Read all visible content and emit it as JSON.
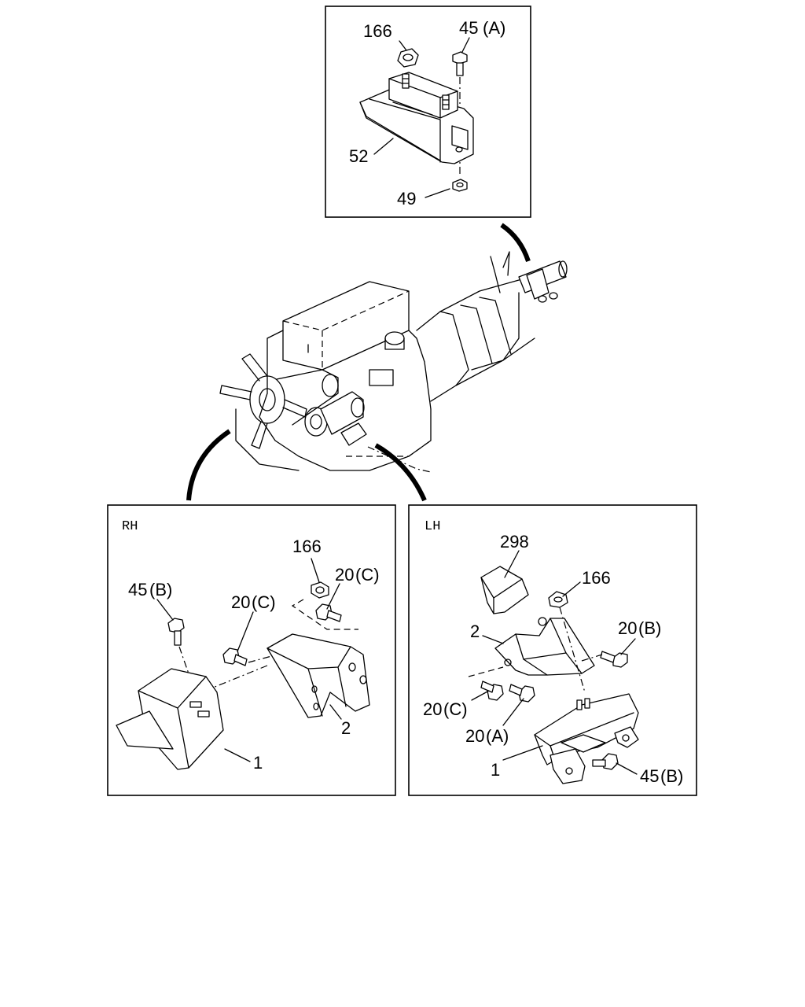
{
  "panels": {
    "top": {
      "callouts": {
        "nut_top": "166",
        "bolt_top": "45",
        "bolt_top_variant": "(A)",
        "mount": "52",
        "nut_bottom": "49"
      }
    },
    "rh": {
      "header": "RH",
      "callouts": {
        "nut": "166",
        "bolt_upper": "20",
        "bolt_upper_variant": "(C)",
        "bolt_mid": "20",
        "bolt_mid_variant": "(C)",
        "bolt_left": "45",
        "bolt_left_variant": "(B)",
        "bracket": "2",
        "mount": "1"
      }
    },
    "lh": {
      "header": "LH",
      "callouts": {
        "shield": "298",
        "nut": "166",
        "bolt_right": "20",
        "bolt_right_variant": "(B)",
        "bracket": "2",
        "bolt_left": "20",
        "bolt_left_variant": "(C)",
        "bolt_center": "20",
        "bolt_center_variant": "(A)",
        "mount": "1",
        "bolt_bottom": "45",
        "bolt_bottom_variant": "(B)"
      }
    }
  }
}
